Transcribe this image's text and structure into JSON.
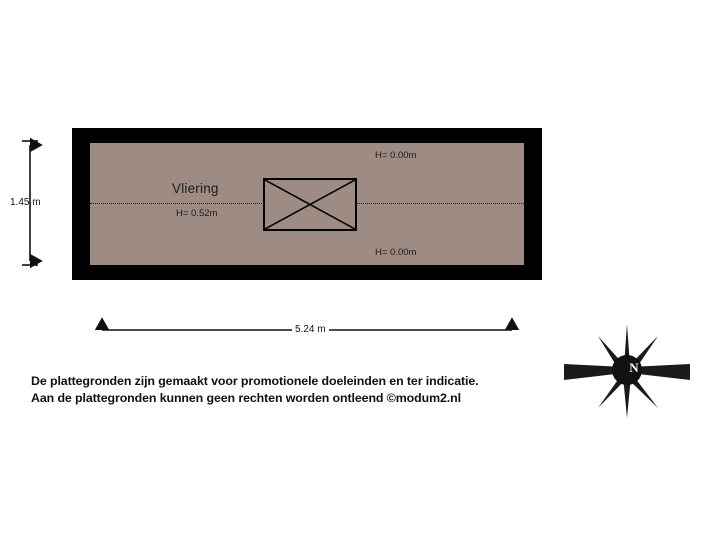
{
  "plan": {
    "room_label": "Vliering",
    "height_center": "H= 0.52m",
    "height_top": "H= 0.00m",
    "height_bottom": "H= 0.00m"
  },
  "dimensions": {
    "vertical": "1.45 m",
    "horizontal": "5.24 m"
  },
  "disclaimer": {
    "line1": "De plattegronden zijn gemaakt voor promotionele doeleinden en ter indicatie.",
    "line2": "Aan de plattegronden kunnen geen rechten worden ontleend ©modum2.nl"
  },
  "compass": {
    "north_letter": "N"
  },
  "colors": {
    "wall": "#000000",
    "floor": "#9e8b84",
    "text": "#111111",
    "background": "#ffffff"
  }
}
